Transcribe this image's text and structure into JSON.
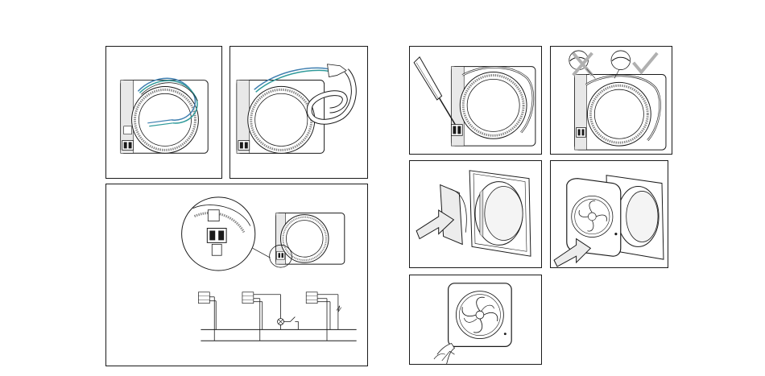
{
  "figures": [
    {
      "id": "wires-routed",
      "icon": "fan-base-with-wires-icon"
    },
    {
      "id": "cable-coil-arrow",
      "icon": "fan-base-with-cable-coil-icon"
    },
    {
      "id": "terminal-wiring-diagram",
      "icon": "wiring-diagram-icon"
    },
    {
      "id": "screwdriver-tighten",
      "icon": "screwdriver-icon"
    },
    {
      "id": "wire-check",
      "icon": "cross-and-check-icon"
    },
    {
      "id": "attach-inner-cover",
      "icon": "push-arrow-icon"
    },
    {
      "id": "attach-front-cover",
      "icon": "push-arrow-icon"
    },
    {
      "id": "finished-fan",
      "icon": "fan-front-icon"
    }
  ],
  "colors": {
    "line": "#1a1a1a",
    "wire_blue": "#3f7fb0",
    "wire_teal": "#2f9a9a",
    "gray": "#bdbdbd"
  }
}
